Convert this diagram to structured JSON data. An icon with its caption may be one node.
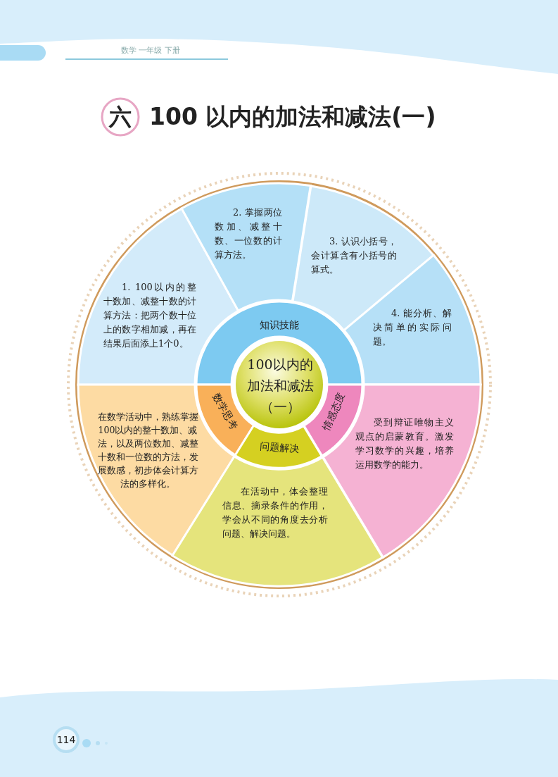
{
  "diagram": {
    "title": "100 以内的加法和减法(一)",
    "nodes": [
      {
        "text": [
          "100以内的加法和减法（一）"
        ]
      },
      {
        "text": [
          "知识技能"
        ]
      },
      {
        "text": [
          "数学思考"
        ]
      },
      {
        "text": [
          "问题解决"
        ]
      },
      {
        "text": [
          "情感态度"
        ]
      },
      {
        "text": [
          "1. 100以内的整十数加、减整十数的计算方法：把两个数十位上的数字相加减，再在结果后面添上1个0。"
        ]
      },
      {
        "text": [
          "2. 掌握两位数加、减整十数、一位数的计算方法。"
        ]
      },
      {
        "text": [
          "3. 认识小括号，会计算含有小括号的算式。"
        ]
      },
      {
        "text": [
          "4. 能分析、解决简单的实际问题。"
        ]
      },
      {
        "text": [
          "在数学活动中，熟练掌握100以内的整十数加、减法，以及两位数加、减整十数和一位数的方法，发展数感，初步体会计算方法的多样化。"
        ]
      },
      {
        "text": [
          "在活动中，体会整理信息、摘录条件的作用，学会从不同的角度去分析问题、解决问题。"
        ]
      },
      {
        "text": [
          "受到辩证唯物主义观点的启蒙教育。激发学习数学的兴趣，培养运用数学的能力。"
        ]
      }
    ],
    "labels": [
      "数学 一年级 下册",
      "六",
      "114"
    ]
  }
}
